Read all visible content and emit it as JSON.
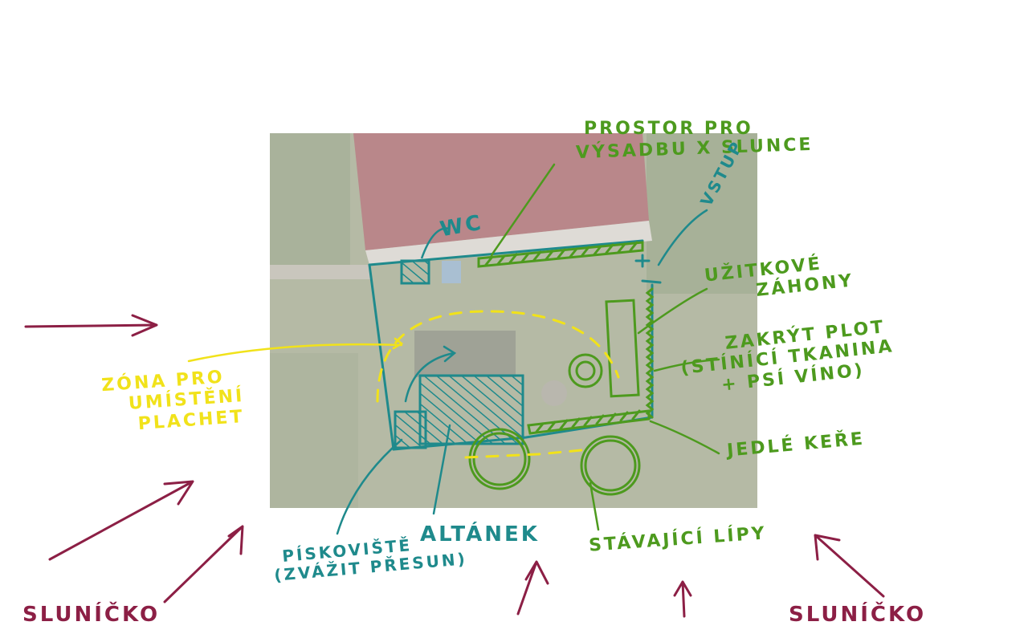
{
  "labels": {
    "prostor": [
      "PROSTOR PRO",
      "VÝSADBU X SLUNCE"
    ],
    "vstup": "VSTUP",
    "wc": "WC",
    "uzitkove": [
      "UŽITKOVÉ",
      "ZÁHONY"
    ],
    "zakryt": [
      "ZAKRÝT PLOT",
      "(STÍNÍCÍ TKANINA",
      "+ PSÍ VÍNO)"
    ],
    "jedle": "JEDLÉ KEŘE",
    "zona": [
      "ZÓNA PRO",
      "UMÍSTĚNÍ",
      "PLACHET"
    ],
    "piskoviste": [
      "PÍSKOVIŠTĚ",
      "(ZVÁŽIT PŘESUN)"
    ],
    "altanek": "ALTÁNEK",
    "lipy": "STÁVAJÍCÍ LÍPY",
    "slunicko_left": "SLUNÍČKO",
    "slunicko_right": "SLUNÍČKO"
  },
  "colors": {
    "green": "#4d9a1e",
    "teal": "#1f8a8c",
    "yellow": "#f1e21a",
    "maroon": "#8c1f45",
    "roof": "#b9878a",
    "lawn": "#b4b9a4"
  }
}
